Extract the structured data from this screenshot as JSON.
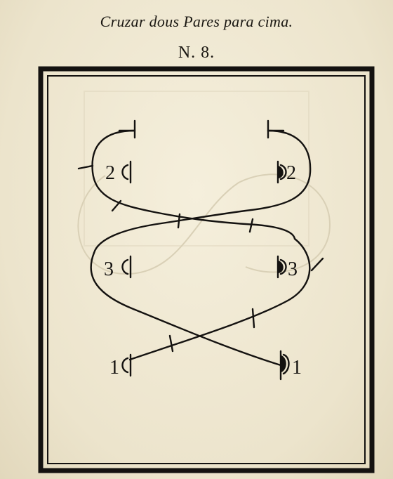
{
  "title": "Cruzar dous Pares para cima.",
  "figure_number": "N. 8.",
  "positions": {
    "left_top": "2",
    "right_top": "2",
    "left_middle": "3",
    "right_middle": "3",
    "left_bottom": "1",
    "right_bottom": "1"
  },
  "colors": {
    "ink": "#141210",
    "paper": "#efe8d2"
  }
}
